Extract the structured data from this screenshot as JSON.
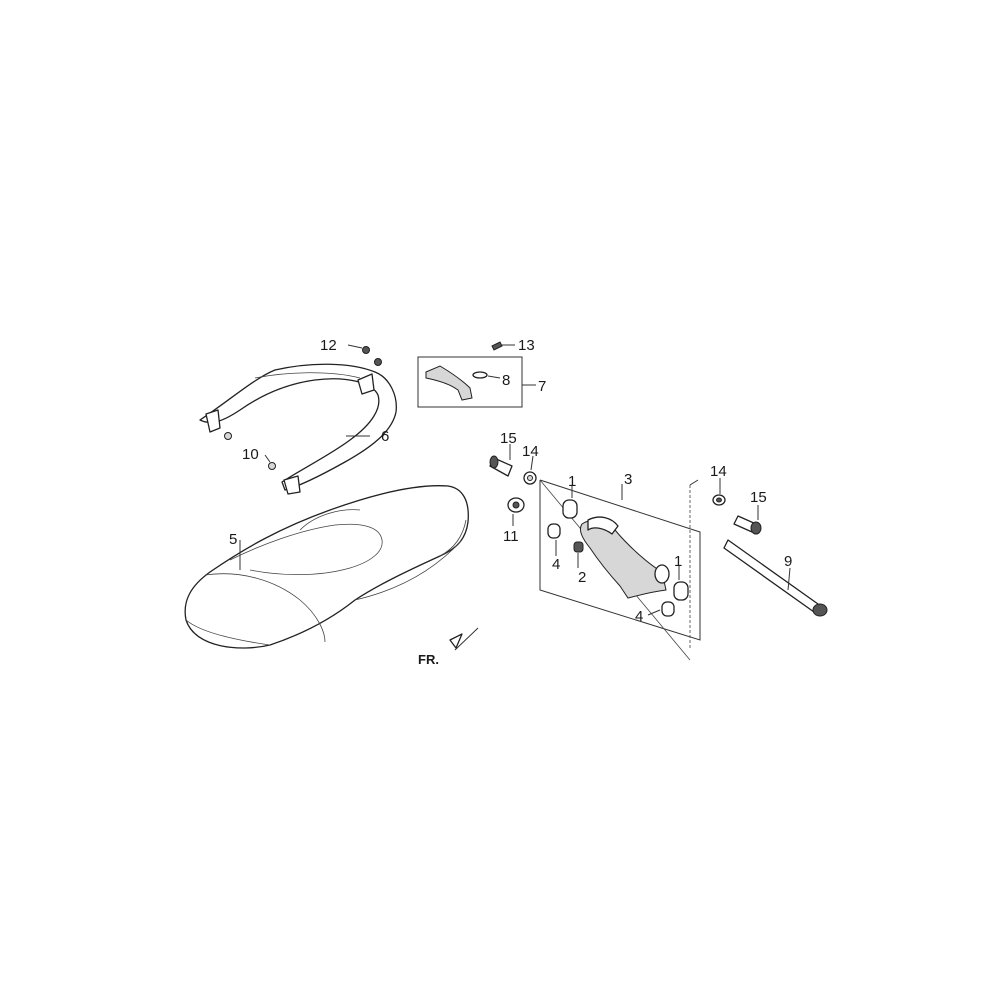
{
  "callouts": {
    "c1a": "1",
    "c1b": "1",
    "c2": "2",
    "c3": "3",
    "c4a": "4",
    "c4b": "4",
    "c5": "5",
    "c6": "6",
    "c7": "7",
    "c8": "8",
    "c9": "9",
    "c10": "10",
    "c11": "11",
    "c12": "12",
    "c13": "13",
    "c14a": "14",
    "c14b": "14",
    "c15a": "15",
    "c15b": "15"
  },
  "direction_label": "FR."
}
